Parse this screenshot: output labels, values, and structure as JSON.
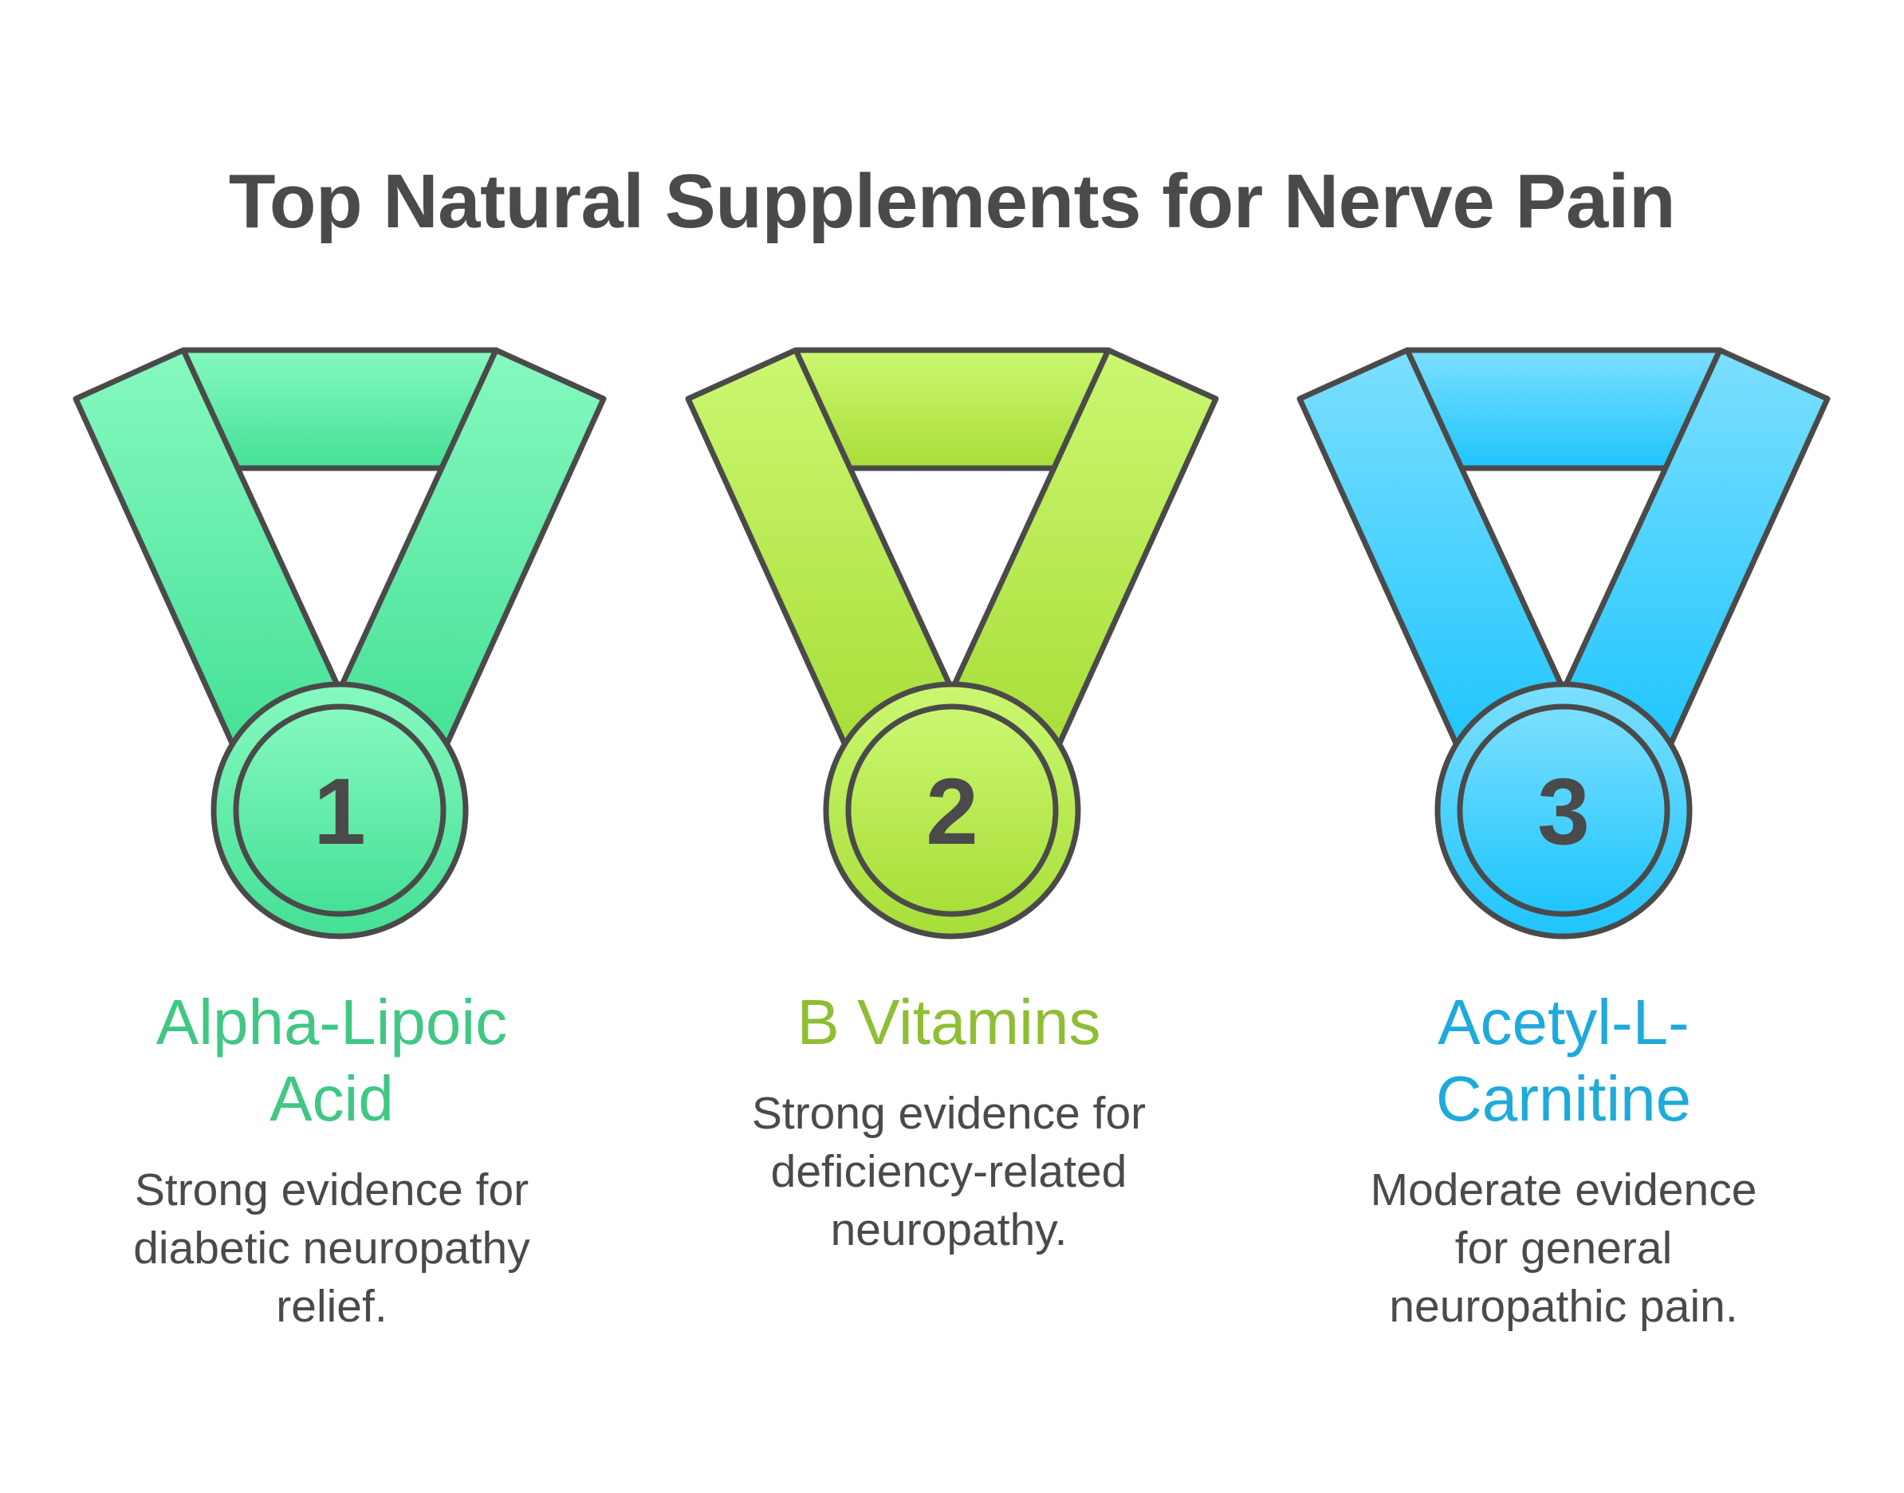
{
  "title": "Top Natural Supplements for Nerve Pain",
  "colors": {
    "text_dark": "#4a4a4a",
    "outline": "#4a4a4a",
    "background": "#ffffff"
  },
  "items": [
    {
      "rank": "1",
      "name_lines": [
        "Alpha-Lipoic",
        "Acid"
      ],
      "name": "Alpha-Lipoic Acid",
      "description_lines": [
        "Strong evidence for",
        "diabetic neuropathy",
        "relief."
      ],
      "description": "Strong evidence for diabetic neuropathy relief.",
      "accent_color": "#40c784",
      "gradient_top": "#86f9c0",
      "gradient_bottom": "#44e096",
      "icon": "medal-icon"
    },
    {
      "rank": "2",
      "name_lines": [
        "B Vitamins"
      ],
      "name": "B Vitamins",
      "description_lines": [
        "Strong evidence for",
        "deficiency-related",
        "neuropathy."
      ],
      "description": "Strong evidence for deficiency-related neuropathy.",
      "accent_color": "#8fbe35",
      "gradient_top": "#cbf771",
      "gradient_bottom": "#a8de38",
      "icon": "medal-icon"
    },
    {
      "rank": "3",
      "name_lines": [
        "Acetyl-L-",
        "Carnitine"
      ],
      "name": "Acetyl-L-Carnitine",
      "description_lines": [
        "Moderate evidence",
        "for general",
        "neuropathic pain."
      ],
      "description": "Moderate evidence for general neuropathic pain.",
      "accent_color": "#1eaadb",
      "gradient_top": "#7cdffe",
      "gradient_bottom": "#1ec5fd",
      "icon": "medal-icon"
    }
  ]
}
